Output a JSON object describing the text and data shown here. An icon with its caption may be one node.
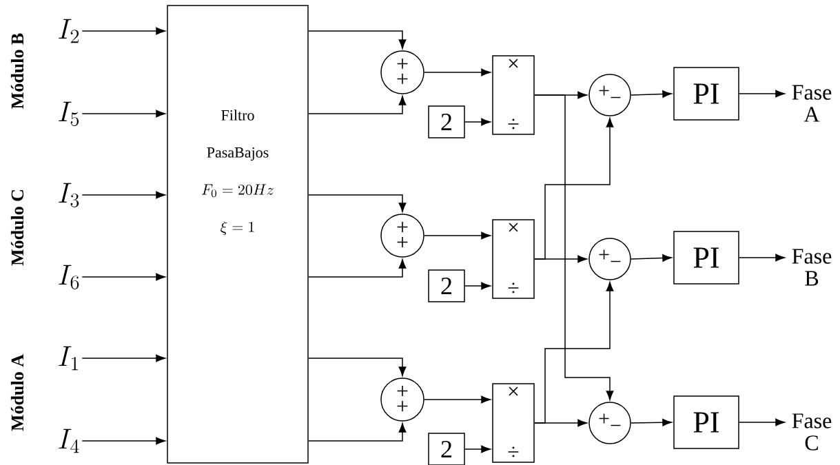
{
  "diagram": {
    "nodes": [
      {
        "text": [
          "I_2"
        ]
      },
      {
        "text": [
          "I_5"
        ]
      },
      {
        "text": [
          "I_3"
        ]
      },
      {
        "text": [
          "I_6"
        ]
      },
      {
        "text": [
          "I_1"
        ]
      },
      {
        "text": [
          "I_4"
        ]
      },
      {
        "text": [
          "Filtro",
          "PasaBajos",
          "F_0 = 20Hz",
          "\\xi = 1"
        ]
      },
      {
        "text": [
          "+",
          "+"
        ]
      },
      {
        "text": [
          "+",
          "+"
        ]
      },
      {
        "text": [
          "+",
          "+"
        ]
      },
      {
        "text": [
          "2"
        ]
      },
      {
        "text": [
          "2"
        ]
      },
      {
        "text": [
          "2"
        ]
      },
      {
        "text": [
          "×",
          "÷"
        ]
      },
      {
        "text": [
          "×",
          "÷"
        ]
      },
      {
        "text": [
          "×",
          "÷"
        ]
      },
      {
        "text": [
          "+",
          "−"
        ]
      },
      {
        "text": [
          "+",
          "−"
        ]
      },
      {
        "text": [
          "+",
          "−"
        ]
      },
      {
        "text": [
          "PI"
        ]
      },
      {
        "text": [
          "PI"
        ]
      },
      {
        "text": [
          "PI"
        ]
      },
      {
        "text": [
          "Fase A"
        ]
      },
      {
        "text": [
          "Fase B"
        ]
      },
      {
        "text": [
          "Fase C"
        ]
      }
    ],
    "edges": [
      {
        "from": 0,
        "to": 6,
        "arrow": "to"
      },
      {
        "from": 1,
        "to": 6,
        "arrow": "to"
      },
      {
        "from": 2,
        "to": 6,
        "arrow": "to"
      },
      {
        "from": 3,
        "to": 6,
        "arrow": "to"
      },
      {
        "from": 4,
        "to": 6,
        "arrow": "to"
      },
      {
        "from": 5,
        "to": 6,
        "arrow": "to"
      },
      {
        "from": 6,
        "to": 7,
        "arrow": "to"
      },
      {
        "from": 6,
        "to": 7,
        "arrow": "to"
      },
      {
        "from": 6,
        "to": 8,
        "arrow": "to"
      },
      {
        "from": 6,
        "to": 8,
        "arrow": "to"
      },
      {
        "from": 6,
        "to": 9,
        "arrow": "to"
      },
      {
        "from": 6,
        "to": 9,
        "arrow": "to"
      },
      {
        "from": 7,
        "to": 13,
        "arrow": "to"
      },
      {
        "from": 8,
        "to": 14,
        "arrow": "to"
      },
      {
        "from": 9,
        "to": 15,
        "arrow": "to"
      },
      {
        "from": 10,
        "to": 13,
        "arrow": "to"
      },
      {
        "from": 11,
        "to": 14,
        "arrow": "to"
      },
      {
        "from": 12,
        "to": 15,
        "arrow": "to"
      },
      {
        "from": 13,
        "to": 16,
        "arrow": "to"
      },
      {
        "from": 14,
        "to": 17,
        "arrow": "to"
      },
      {
        "from": 15,
        "to": 18,
        "arrow": "to"
      },
      {
        "from": 13,
        "to": 18,
        "arrow": "to"
      },
      {
        "from": 14,
        "to": 16,
        "arrow": "to"
      },
      {
        "from": 15,
        "to": 17,
        "arrow": "to"
      },
      {
        "from": 16,
        "to": 19,
        "arrow": "to"
      },
      {
        "from": 17,
        "to": 20,
        "arrow": "to"
      },
      {
        "from": 18,
        "to": 21,
        "arrow": "to"
      },
      {
        "from": 19,
        "to": 22,
        "arrow": "to"
      },
      {
        "from": 20,
        "to": 23,
        "arrow": "to"
      },
      {
        "from": 21,
        "to": 24,
        "arrow": "to"
      }
    ],
    "labels": [
      "Módulo B",
      "Módulo C",
      "Módulo A"
    ]
  }
}
